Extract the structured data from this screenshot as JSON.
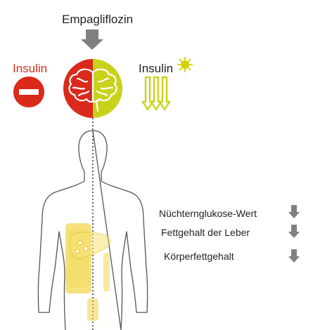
{
  "drug": "Empagliflozin",
  "insulin_left": "Insulin",
  "insulin_right": "Insulin",
  "effects": [
    {
      "label": "Nüchternglukose-Wert",
      "direction": "down"
    },
    {
      "label": "Fettgehalt der Leber",
      "direction": "down"
    },
    {
      "label": "Körperfettgehalt",
      "direction": "down"
    }
  ],
  "colors": {
    "red": "#d92a1c",
    "yellow": "#c9d21b",
    "gray_arrow": "#808080",
    "sun": "#d4cf00",
    "fat": "#f1d44a"
  },
  "icons": {
    "minus": "minus-circle-icon",
    "brain": "brain-icon",
    "sun": "sun-icon",
    "down_arrow": "down-arrow-icon",
    "liver": "liver-icon"
  }
}
